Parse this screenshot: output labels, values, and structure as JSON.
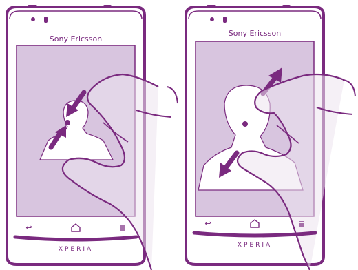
{
  "phones": [
    {
      "brand": "Sony Ericsson",
      "model": "XPERIA",
      "keys": {
        "back": "back-icon",
        "home": "home-icon",
        "menu": "menu-icon"
      },
      "gesture": "pinch-in"
    },
    {
      "brand": "Sony Ericsson",
      "model": "XPERIA",
      "keys": {
        "back": "back-icon",
        "home": "home-icon",
        "menu": "menu-icon"
      },
      "gesture": "pinch-out"
    }
  ],
  "colors": {
    "outline": "#7a2a7f",
    "screen": "#d8c5df",
    "arrow": "#7a2a7f",
    "photo": "#ffffff",
    "hand_shade": "#ece3ee"
  }
}
